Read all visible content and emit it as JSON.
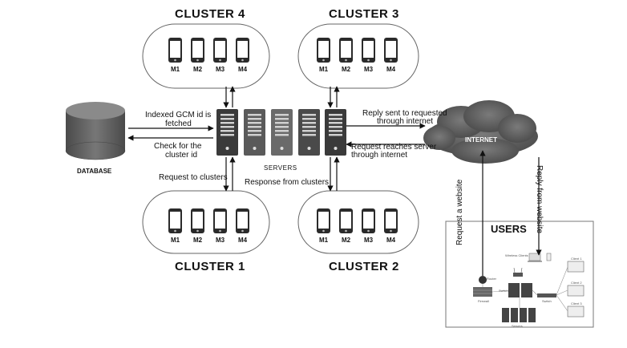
{
  "clusters": [
    {
      "id": "c4",
      "title": "CLUSTER 4",
      "machines": [
        "M1",
        "M2",
        "M3",
        "M4"
      ]
    },
    {
      "id": "c3",
      "title": "CLUSTER 3",
      "machines": [
        "M1",
        "M2",
        "M3",
        "M4"
      ]
    },
    {
      "id": "c1",
      "title": "CLUSTER 1",
      "machines": [
        "M1",
        "M2",
        "M3",
        "M4"
      ]
    },
    {
      "id": "c2",
      "title": "CLUSTER 2",
      "machines": [
        "M1",
        "M2",
        "M3",
        "M4"
      ]
    }
  ],
  "database": {
    "label": "DATABASE"
  },
  "servers": {
    "label": "SERVERS"
  },
  "internet": {
    "label": "INTERNET"
  },
  "users": {
    "title": "USERS",
    "micro": [
      "Wireless Clients",
      "Router",
      "Firewall",
      "Switch",
      "Switch",
      "Servers",
      "Client 1",
      "Client 2",
      "Client 3"
    ]
  },
  "flows": {
    "indexed": "Indexed GCM id is",
    "fetched": "fetched",
    "check1": "Check for the",
    "check2": "cluster id",
    "request_clusters": "Request to clusters",
    "response_clusters": "Response from clusters",
    "reply1": "Reply sent to  requested",
    "reply2": "through internet",
    "reach1": "Request reaches server",
    "reach2": "through internet",
    "request_website": "Request a website",
    "reply_website": "Reply from  website"
  },
  "colors": {
    "server_dark": "#3a3a3a",
    "server_mid": "#6a6a6a",
    "cloud": "#595959",
    "db": "#5b5b5b"
  }
}
